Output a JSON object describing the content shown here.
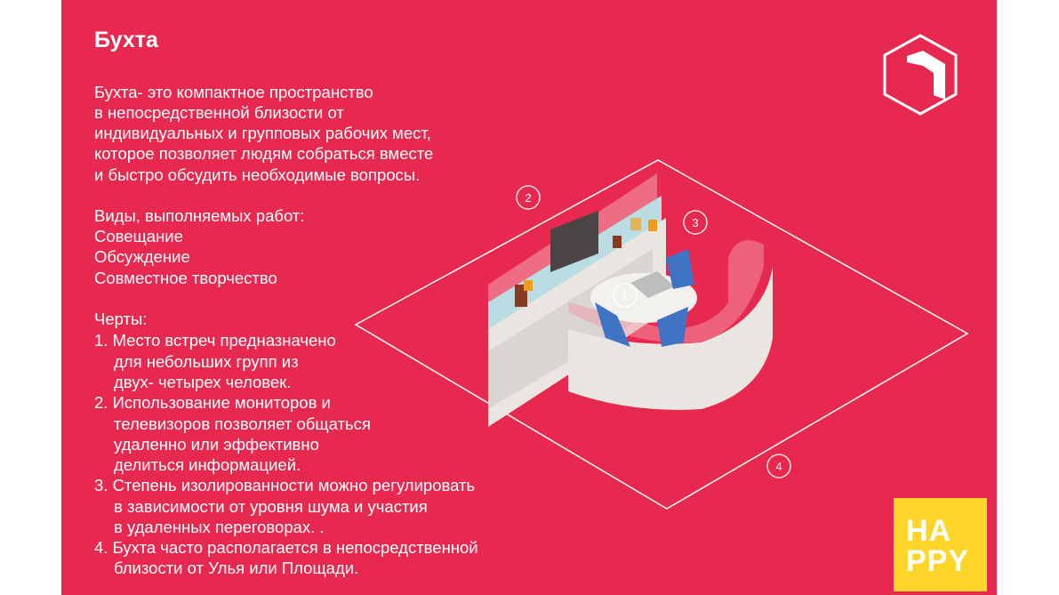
{
  "title": "Бухта",
  "intro": [
    "Бухта- это компактное пространство",
    "в непосредственной близости от",
    "индивидуальных и групповых рабочих мест,",
    "которое позволяет людям собраться вместе",
    "и быстро обсудить необходимые вопросы."
  ],
  "work_types": {
    "heading": "Виды, выполняемых работ:",
    "items": [
      "Совещание",
      "Обсуждение",
      "Совместное творчество"
    ]
  },
  "features": {
    "heading": "Черты:",
    "lines": [
      "1. Место встреч предназначено",
      "    для небольших групп из",
      "    двух- четырех  человек.",
      "2. Использование мониторов и",
      "    телевизоров  позволяет общаться",
      "    удаленно или эффективно",
      "    делиться информацией.",
      "3. Степень изолированности можно регулировать",
      "    в зависимости от уровня шума и участия",
      "    в удаленных переговорах.   .",
      "4. Бухта часто располагается в непосредственной",
      "    близости от Улья или Площади."
    ]
  },
  "markers": [
    "1",
    "2",
    "3",
    "4"
  ],
  "logo_badge": {
    "line1": "HA",
    "line2": "PPY"
  },
  "colors": {
    "background": "#e8294f",
    "badge": "#fdd52b"
  }
}
